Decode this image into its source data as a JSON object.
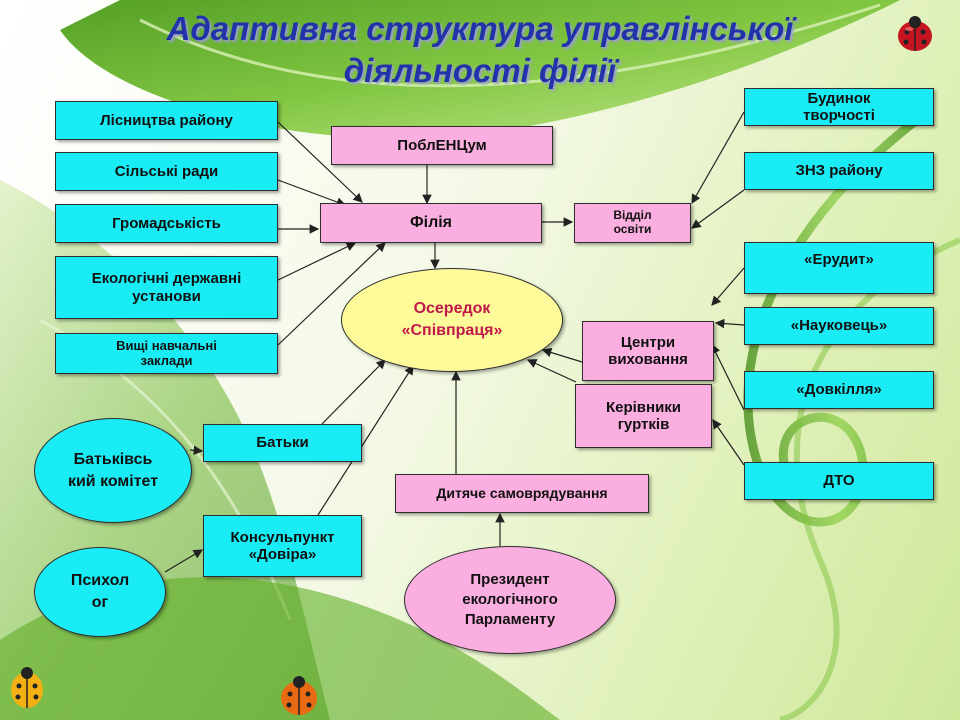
{
  "title": {
    "line1": "Адаптивна структура управлінської",
    "line2": "діяльності філії"
  },
  "colors": {
    "title": "#2233aa",
    "box_cyan": "#19ecf4",
    "box_pink": "#fbaee0",
    "center_fill": "#fdfa9a",
    "center_text": "#c2184a",
    "arrow": "#222222"
  },
  "left_boxes": {
    "forestry": "Лісництва району",
    "village_councils": "Сільські ради",
    "community": "Громадськість",
    "eco_institutions": "Екологічні державні установи",
    "universities": "Вищі навчальні заклади"
  },
  "top_boxes": {
    "oblency": "ПоблЕНЦум",
    "branch": "Філія",
    "education_dept": "Відділ освіти"
  },
  "center": {
    "line1": "Осередок",
    "line2": "«Співпраця»"
  },
  "right_boxes": {
    "creativity_house": "Будинок творчості",
    "schools": "ЗНЗ району",
    "erudyt": "«Ерудит»",
    "naukovets": "«Науковець»",
    "dovkillia": "«Довкілля»",
    "dto": "ДТО"
  },
  "middle_boxes": {
    "education_centers": "Центри виховання",
    "club_leaders": "Керівники гуртків",
    "parents": "Батьки",
    "self_government": "Дитяче самоврядування",
    "consult_point": "Консульпункт «Довіра»"
  },
  "ellipses": {
    "parent_committee": "Батьківсь кий комітет",
    "psychologist": "Психол ог",
    "president": "Президент екологічного Парламенту"
  },
  "icons": [
    "ladybug-icon",
    "ladybug-icon",
    "ladybug-icon"
  ]
}
